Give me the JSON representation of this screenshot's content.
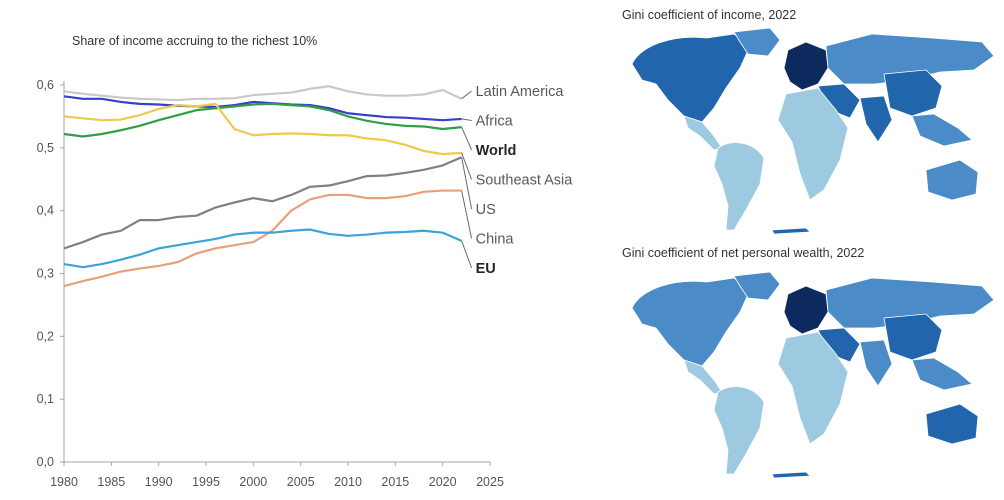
{
  "chart_data": {
    "type": "line",
    "title": "Share of income accruing to the richest 10%",
    "xlabel": "",
    "ylabel": "",
    "xlim": [
      1980,
      2025
    ],
    "ylim": [
      0.0,
      0.6
    ],
    "xticks": [
      "1980",
      "1985",
      "1990",
      "1995",
      "2000",
      "2005",
      "2010",
      "2015",
      "2020",
      "2025"
    ],
    "yticks": [
      "0,0",
      "0,1",
      "0,2",
      "0,3",
      "0,4",
      "0,5",
      "0,6"
    ],
    "grid": false,
    "legend": "direct labels at right end",
    "x": [
      1980,
      1982,
      1984,
      1986,
      1988,
      1990,
      1992,
      1994,
      1996,
      1998,
      2000,
      2002,
      2004,
      2006,
      2008,
      2010,
      2012,
      2014,
      2016,
      2018,
      2020,
      2022
    ],
    "series": [
      {
        "name": "Latin America",
        "color": "#c8c8c8",
        "bold": false,
        "values": [
          0.59,
          0.586,
          0.583,
          0.58,
          0.578,
          0.577,
          0.576,
          0.578,
          0.578,
          0.579,
          0.584,
          0.586,
          0.588,
          0.594,
          0.598,
          0.59,
          0.585,
          0.583,
          0.583,
          0.585,
          0.592,
          0.578
        ]
      },
      {
        "name": "Africa",
        "color": "#3a3ec8",
        "bold": false,
        "values": [
          0.582,
          0.578,
          0.578,
          0.573,
          0.57,
          0.569,
          0.567,
          0.566,
          0.565,
          0.568,
          0.573,
          0.571,
          0.569,
          0.568,
          0.563,
          0.555,
          0.552,
          0.549,
          0.548,
          0.546,
          0.544,
          0.546
        ]
      },
      {
        "name": "World",
        "color": "#2e9f44",
        "bold": true,
        "values": [
          0.522,
          0.518,
          0.522,
          0.528,
          0.535,
          0.544,
          0.552,
          0.56,
          0.563,
          0.566,
          0.569,
          0.57,
          0.568,
          0.566,
          0.56,
          0.55,
          0.543,
          0.538,
          0.535,
          0.534,
          0.53,
          0.533
        ]
      },
      {
        "name": "Southeast Asia",
        "color": "#eec94a",
        "bold": false,
        "values": [
          0.55,
          0.547,
          0.544,
          0.545,
          0.552,
          0.562,
          0.568,
          0.566,
          0.57,
          0.53,
          0.52,
          0.522,
          0.523,
          0.522,
          0.52,
          0.52,
          0.515,
          0.512,
          0.505,
          0.495,
          0.49,
          0.492
        ]
      },
      {
        "name": "US",
        "color": "#808080",
        "bold": false,
        "values": [
          0.34,
          0.35,
          0.362,
          0.368,
          0.385,
          0.385,
          0.39,
          0.392,
          0.405,
          0.413,
          0.42,
          0.415,
          0.425,
          0.438,
          0.44,
          0.447,
          0.455,
          0.456,
          0.46,
          0.465,
          0.472,
          0.485
        ]
      },
      {
        "name": "China",
        "color": "#e8a07a",
        "bold": false,
        "values": [
          0.28,
          0.288,
          0.295,
          0.303,
          0.308,
          0.312,
          0.318,
          0.332,
          0.34,
          0.345,
          0.35,
          0.368,
          0.4,
          0.418,
          0.425,
          0.425,
          0.42,
          0.42,
          0.423,
          0.43,
          0.432,
          0.432
        ]
      },
      {
        "name": "EU",
        "color": "#3ba3d9",
        "bold": true,
        "values": [
          0.315,
          0.31,
          0.315,
          0.322,
          0.33,
          0.34,
          0.345,
          0.35,
          0.355,
          0.362,
          0.365,
          0.365,
          0.368,
          0.37,
          0.363,
          0.36,
          0.362,
          0.365,
          0.366,
          0.368,
          0.365,
          0.352
        ]
      }
    ]
  },
  "maps": [
    {
      "title": "Gini coefficient of income, 2022"
    },
    {
      "title": "Gini coefficient of net personal wealth, 2022"
    }
  ],
  "map_colors": {
    "darkest": "#0d2a5e",
    "dark": "#2166ac",
    "mid": "#4b8bc7",
    "light": "#9ecae1",
    "pale": "#c6dbef",
    "background": "#ffffff"
  }
}
